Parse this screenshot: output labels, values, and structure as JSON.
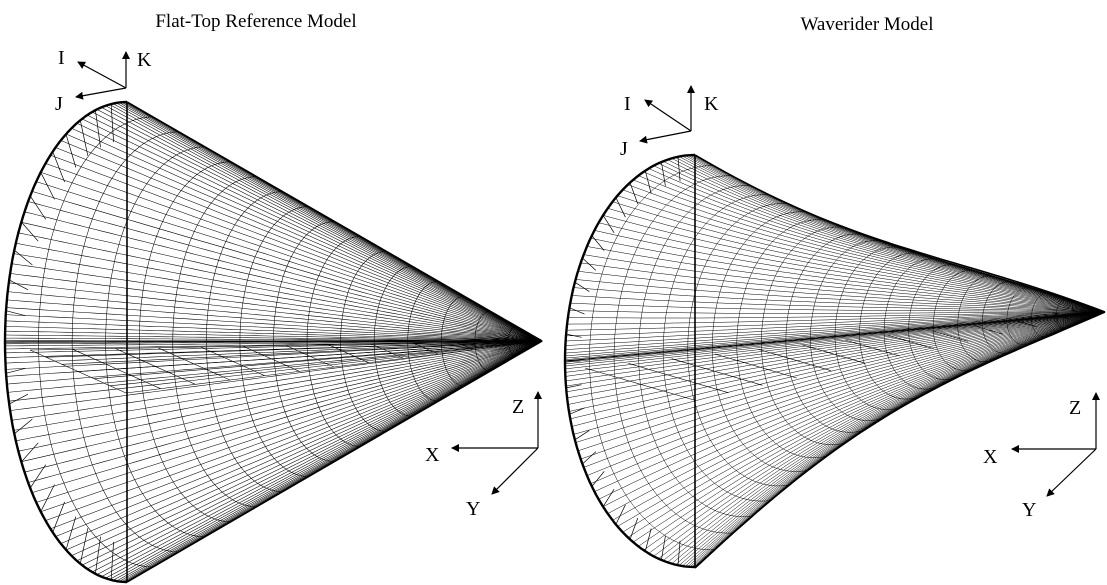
{
  "panels": [
    {
      "title": "Flat-Top Reference Model",
      "grid_axes": [
        "I",
        "J",
        "K"
      ],
      "body_axes": [
        "X",
        "Y",
        "Z"
      ]
    },
    {
      "title": "Waverider Model",
      "grid_axes": [
        "I",
        "J",
        "K"
      ],
      "body_axes": [
        "X",
        "Y",
        "Z"
      ]
    }
  ],
  "colors": {
    "line": "#000000",
    "background": "#ffffff"
  }
}
